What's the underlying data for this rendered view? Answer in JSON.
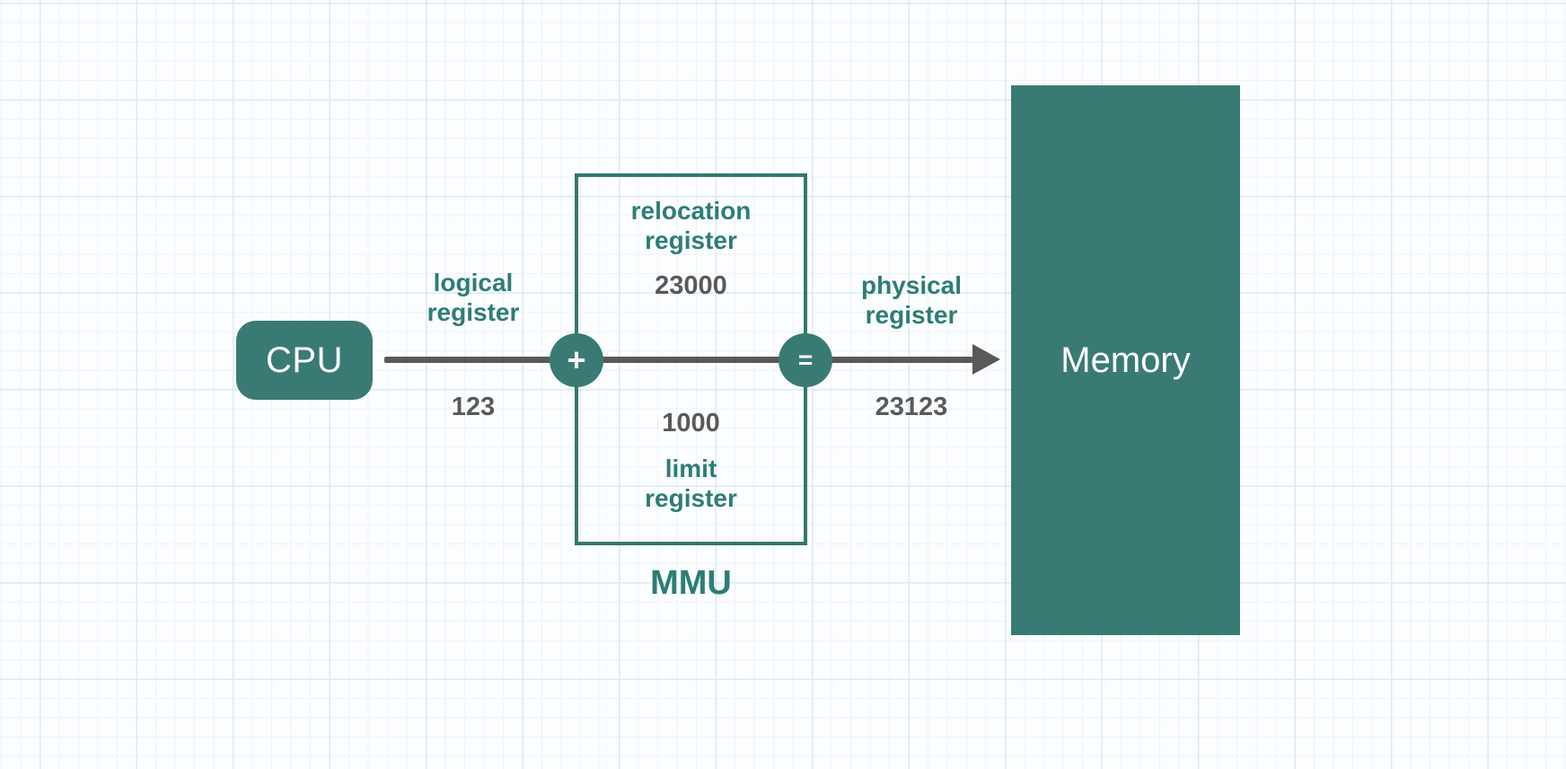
{
  "colors": {
    "shape_fill_teal": "#3a7a75",
    "teal_label_text": "#2e7d75",
    "gray_line": "#595959",
    "gray_value_text": "#58595b",
    "shape_text": "#ffffff",
    "canvas_background": "#fbfdfe",
    "grid_minor_line": "#ecf3fa",
    "grid_major_line": "#dce9f3"
  },
  "diagram": {
    "cpu": {
      "label": "CPU"
    },
    "memory": {
      "label": "Memory"
    },
    "mmu": {
      "label": "MMU",
      "relocation_register": {
        "label_line1": "relocation",
        "label_line2": "register",
        "value": "23000"
      },
      "limit_register": {
        "value": "1000",
        "label_line1": "limit",
        "label_line2": "register"
      }
    },
    "logical_register": {
      "label_line1": "logical",
      "label_line2": "register",
      "value": "123"
    },
    "physical_register": {
      "label_line1": "physical",
      "label_line2": "register",
      "value": "23123"
    },
    "operators": {
      "plus": "+",
      "equals": "="
    }
  }
}
